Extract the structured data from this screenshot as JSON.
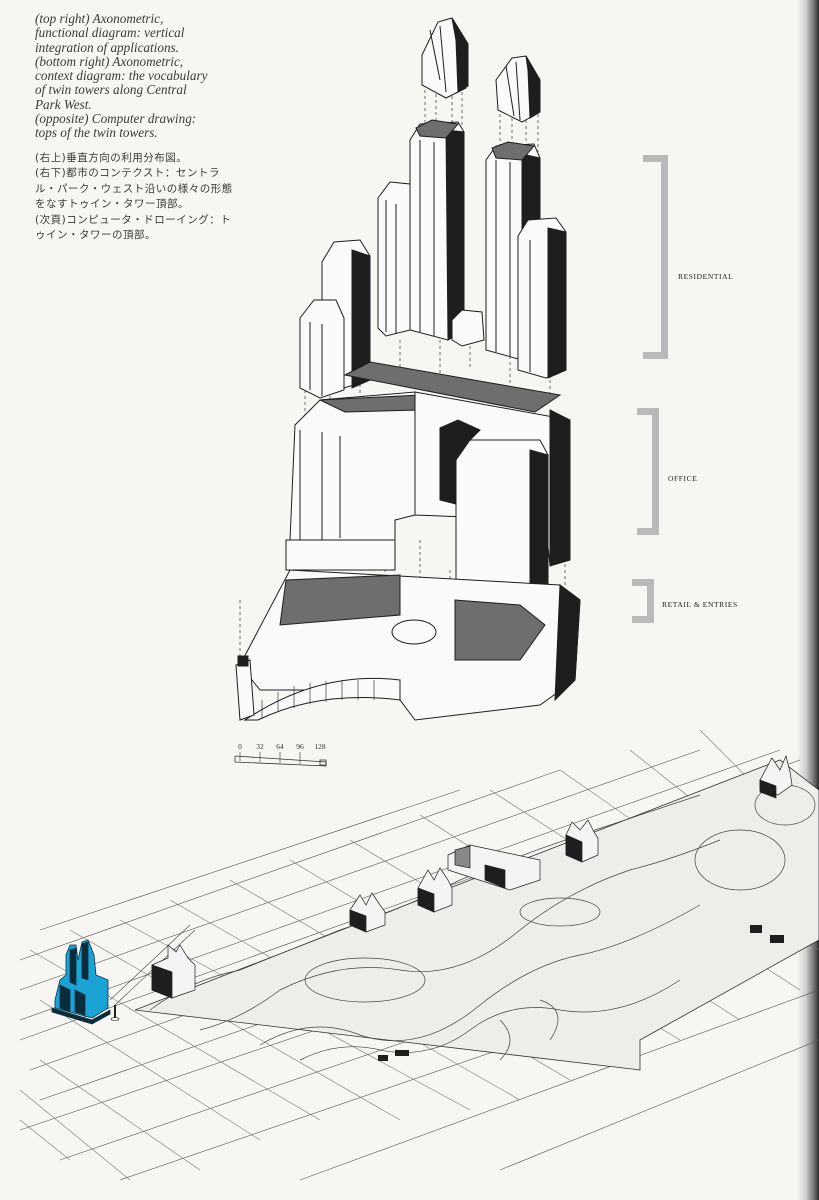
{
  "caption": {
    "english": [
      "(top right) Axonometric,",
      "functional diagram: vertical",
      "integration of applications.",
      "(bottom right) Axonometric,",
      "context diagram: the vocabulary",
      "of twin towers along Central",
      "Park West.",
      "(opposite) Computer drawing:",
      "tops of the twin towers."
    ],
    "japanese": [
      "(右上)垂直方向の利用分布図。",
      "(右下)都市のコンテクスト：セントラ",
      "ル・パーク・ウェスト沿いの様々の形態",
      "をなすトゥイン・タワー頂部。",
      "(次頁)コンピュータ・ドローイング：ト",
      "ゥイン・タワーの頂部。"
    ]
  },
  "functional_diagram": {
    "labels": {
      "residential": "RESIDENTIAL",
      "office": "OFFICE",
      "retail": "RETAIL & ENTRIES"
    },
    "scale_bar": {
      "ticks": [
        "0",
        "32",
        "64",
        "96",
        "128"
      ]
    }
  },
  "context_diagram": {
    "highlight_color": "#1aa3d4",
    "subject": "twin towers along Central Park West"
  },
  "colors": {
    "paper": "#f7f6f3",
    "ink": "#1e1e1e",
    "shadow_gray": "#6e6e6e",
    "bracket_gray": "#b9b9b9",
    "highlight_cyan": "#1aa3d4"
  }
}
